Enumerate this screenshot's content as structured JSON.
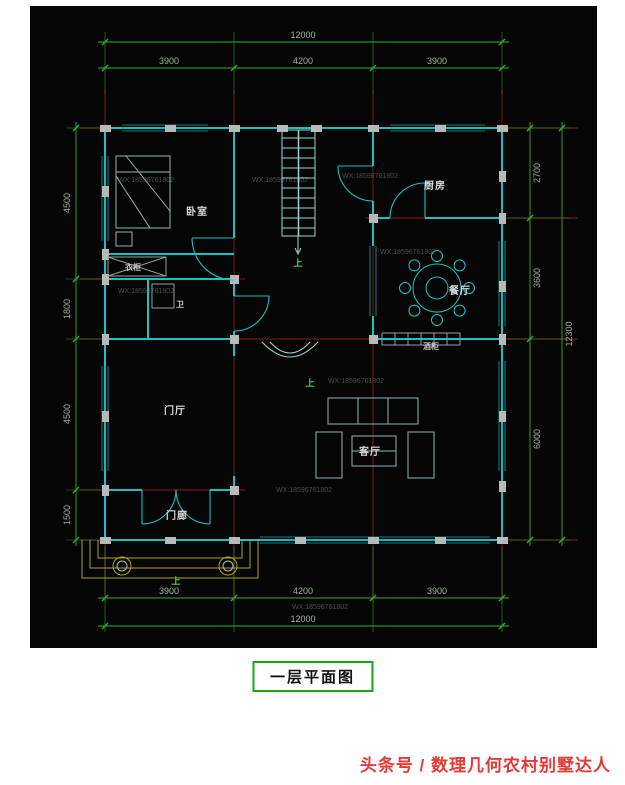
{
  "caption": "一层平面图",
  "footer": "头条号 / 数理几何农村别墅达人",
  "watermark": "WX:18596761802",
  "up_label": "上",
  "dimensions": {
    "top_total": "12000",
    "top_segments": [
      "3900",
      "4200",
      "3900"
    ],
    "bottom_segments": [
      "3900",
      "4200",
      "3900"
    ],
    "bottom_total": "12000",
    "left_segments": [
      "4500",
      "1800",
      "4500",
      "1500"
    ],
    "right_segments": [
      "2700",
      "3600",
      "6000"
    ],
    "right_total": "12300"
  },
  "rooms": {
    "bedroom": "卧室",
    "wardrobe": "衣柜",
    "bathroom": "卫",
    "kitchen": "厨房",
    "dining": "餐厅",
    "wine_cabinet": "酒柜",
    "living": "客厅",
    "foyer": "门厅",
    "porch": "门廊"
  },
  "colors": {
    "background_black": "#050505",
    "dimension_green": "#2fae2f",
    "dimension_text": "#9cb59c",
    "grid_red": "#8f1a1a",
    "wall_cyan": "#17c3c3",
    "column_gray": "#b9b9b9",
    "stair_gray_cyan": "#9fd3d3",
    "porch_olive": "#a8a820",
    "caption_border_green": "#17a817",
    "footer_red": "#e53935"
  }
}
